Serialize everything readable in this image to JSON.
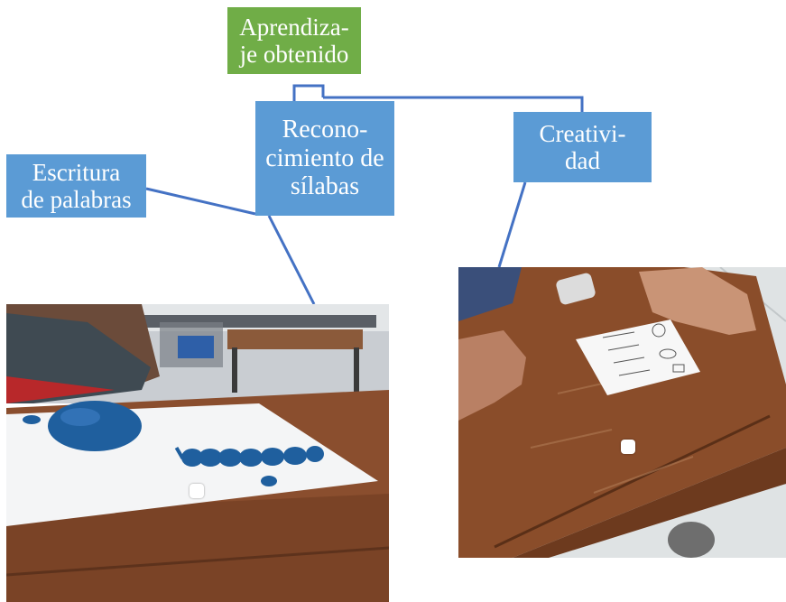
{
  "diagram": {
    "root": {
      "line1": "Aprendiza-",
      "line2": "je obtenido"
    },
    "syllables": {
      "line1": "Recono-",
      "line2": "cimiento de",
      "line3": "sílabas"
    },
    "creativity": {
      "line1": "Creativi-",
      "line2": "dad"
    },
    "writing": {
      "line1": "Escritura",
      "line2": "de palabras"
    }
  },
  "photos": {
    "left": {
      "description_icon": "plasticine-photo"
    },
    "right": {
      "description_icon": "worksheet-photo"
    }
  },
  "colors": {
    "root_box": "#70ad47",
    "child_box": "#5b9bd5",
    "connector": "#4472c4"
  }
}
